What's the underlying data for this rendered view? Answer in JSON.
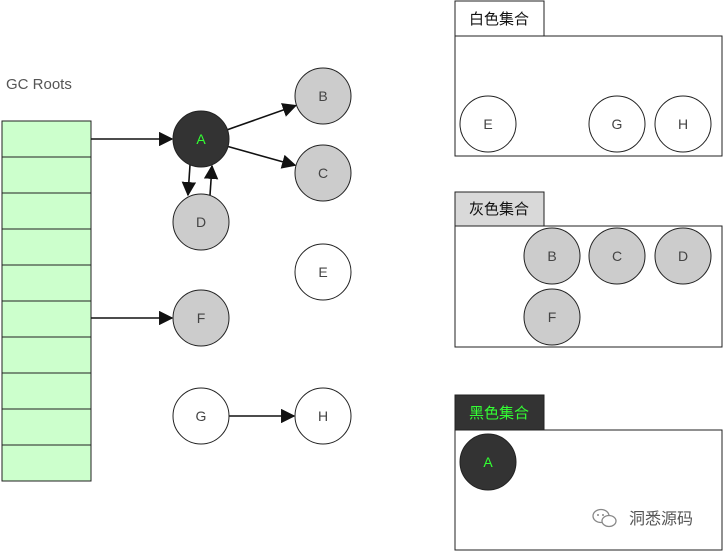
{
  "gc_roots": {
    "label": "GC Roots",
    "slot_count": 10,
    "slot_color": "#ccffcc"
  },
  "nodes": {
    "A": {
      "label": "A",
      "state": "black"
    },
    "B": {
      "label": "B",
      "state": "gray"
    },
    "C": {
      "label": "C",
      "state": "gray"
    },
    "D": {
      "label": "D",
      "state": "gray"
    },
    "E": {
      "label": "E",
      "state": "white"
    },
    "F": {
      "label": "F",
      "state": "gray"
    },
    "G": {
      "label": "G",
      "state": "white"
    },
    "H": {
      "label": "H",
      "state": "white"
    }
  },
  "edges": [
    {
      "from": "root-slot-1",
      "to": "A"
    },
    {
      "from": "root-slot-6",
      "to": "F"
    },
    {
      "from": "A",
      "to": "B"
    },
    {
      "from": "A",
      "to": "C"
    },
    {
      "from": "A",
      "to": "D"
    },
    {
      "from": "D",
      "to": "A"
    },
    {
      "from": "G",
      "to": "H"
    }
  ],
  "sets": {
    "white": {
      "title": "白色集合",
      "members": [
        "E",
        "G",
        "H"
      ]
    },
    "gray": {
      "title": "灰色集合",
      "members": [
        "B",
        "C",
        "D",
        "F"
      ]
    },
    "black": {
      "title": "黑色集合",
      "members": [
        "A"
      ]
    }
  },
  "colors": {
    "white_node": "#ffffff",
    "gray_node": "#cccccc",
    "black_node": "#333333",
    "black_node_text": "#33ff33",
    "node_text": "#444444",
    "stroke": "#222222",
    "gray_tab": "#d9d9d9",
    "black_tab": "#333333",
    "black_tab_text": "#33ff33"
  },
  "watermark": {
    "icon": "wechat-icon",
    "text": "洞悉源码"
  }
}
